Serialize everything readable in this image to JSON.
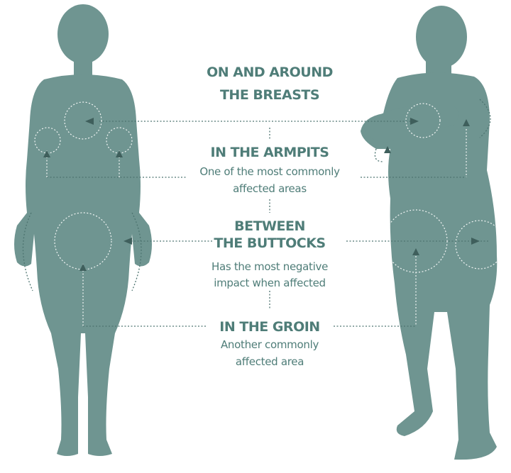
{
  "colors": {
    "silhouette": "#6f9591",
    "text": "#4f7d78",
    "guide_lines": "#4d7470"
  },
  "labels": {
    "breasts": {
      "title_line1": "ON AND AROUND",
      "title_line2": "THE BREASTS"
    },
    "armpits": {
      "title": "IN THE ARMPITS",
      "sub_line1": "One of the most commonly",
      "sub_line2": "affected areas"
    },
    "buttocks": {
      "title_line1": "BETWEEN",
      "title_line2": "THE BUTTOCKS",
      "sub_line1": "Has the most negative",
      "sub_line2": "impact when affected"
    },
    "groin": {
      "title": "IN THE GROIN",
      "sub_line1": "Another commonly",
      "sub_line2": "affected area"
    }
  },
  "figures": {
    "left": "female-silhouette",
    "right": "male-silhouette"
  }
}
